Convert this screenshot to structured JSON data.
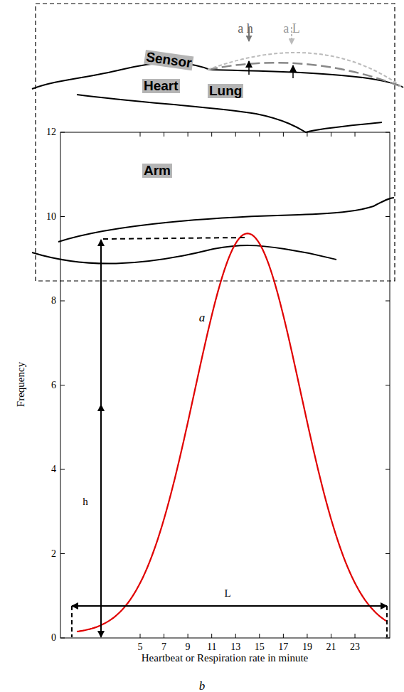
{
  "diagram": {
    "nodes": [
      {
        "text": [
          "Sensor"
        ]
      },
      {
        "text": [
          "Heart"
        ]
      },
      {
        "text": [
          "Lung"
        ]
      },
      {
        "text": [
          "Arm"
        ]
      }
    ],
    "labels": [
      "a h",
      "a L",
      "a",
      "Frequency",
      "0",
      "2",
      "4",
      "6",
      "8",
      "10",
      "12",
      "5",
      "7",
      "9",
      "11",
      "13",
      "15",
      "17",
      "19",
      "21",
      "23",
      "Heartbeat or Respiration rate in minute",
      "h",
      "L",
      "b"
    ]
  }
}
